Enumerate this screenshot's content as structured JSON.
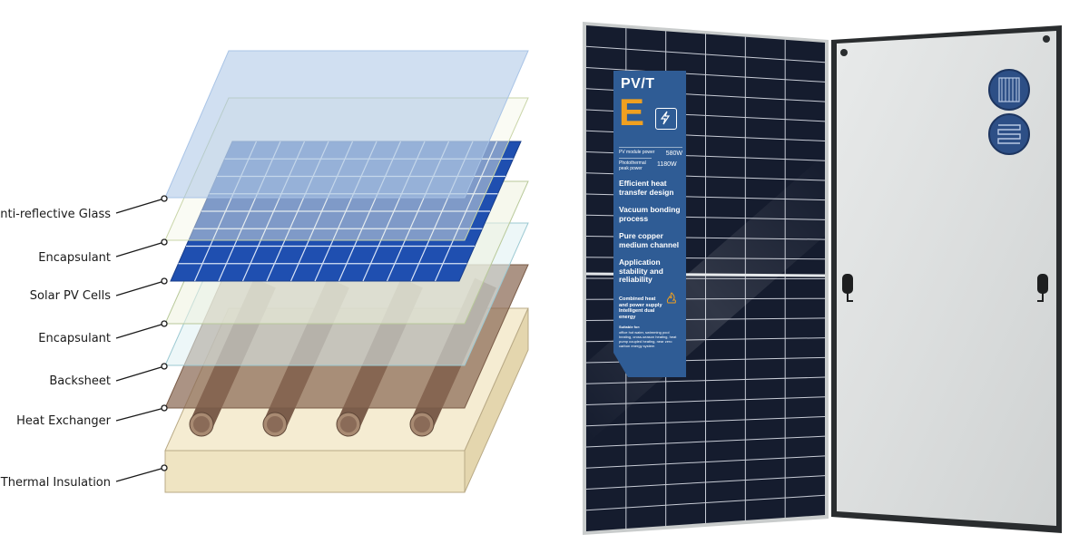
{
  "diagram": {
    "layer_labels": [
      "Anti-reflective Glass",
      "Encapsulant",
      "Solar PV Cells",
      "Encapsulant",
      "Backsheet",
      "Heat Exchanger",
      "Thermal Insulation"
    ],
    "colors": {
      "glass": "#a9c4e6",
      "encapsulant": "#eef3df",
      "cells": "#1f4fb0",
      "backsheet": "#8b6a55",
      "insulation": "#efe4c2",
      "pipes": "#8a6b58"
    }
  },
  "panel_label": {
    "title": "PV/T",
    "model_letter": "E",
    "icon": "lightning-bolt-icon",
    "specs": [
      {
        "name": "PV module power",
        "value": "580W"
      },
      {
        "name": "Photothermal peak power",
        "value": "1180W"
      }
    ],
    "features": [
      "Efficient heat transfer design",
      "Vacuum bonding process",
      "Pure copper medium channel",
      "Application stability and reliability"
    ],
    "combined": "Combined heat and power supply Intelligent dual energy",
    "combined_icon": "flame-icon",
    "suitable_title": "Suitable for:",
    "suitable_text": "office hot water, swimming pool heating, cross-season heating, heat pump coupled heating, near zero carbon energy system",
    "card_color": "#2f5c95",
    "accent_color": "#f0a020"
  }
}
